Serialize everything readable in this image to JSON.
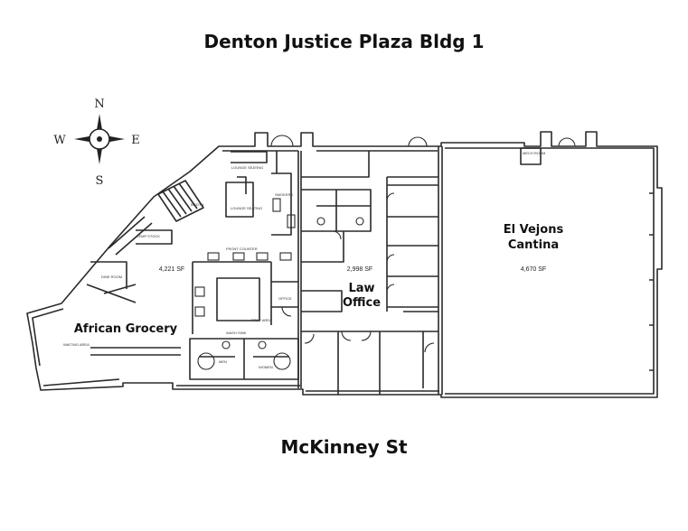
{
  "title": "Denton Justice Plaza Bldg 1",
  "street": "McKinney St",
  "compass": {
    "north": "N",
    "south": "S",
    "east": "E",
    "west": "W"
  },
  "tenants": {
    "african_grocery": {
      "name": "African Grocery",
      "sf": "4,221 SF"
    },
    "law_office": {
      "name_line1": "Law",
      "name_line2": "Office",
      "sf": "2,998 SF"
    },
    "el_vejons": {
      "name_line1": "El Vejons",
      "name_line2": "Cantina",
      "sf": "4,670 SF"
    }
  },
  "room_labels": {
    "lounge_seating": "LOUNGE SEATING",
    "lounge_seating_2": "LOUNGE SEATING",
    "booth": "BOOTH",
    "temp_stock": "TEMP STOCK",
    "front_counter": "FRONT COUNTER",
    "dine_room": "DINE ROOM",
    "prep_area": "PREP AREA",
    "wash_sink": "WASH SINK",
    "men": "MEN",
    "women": "WOMEN",
    "office": "OFFICE",
    "waiting_area": "WAITING AREA",
    "mech_room": "MECH ROOM",
    "smokers": "SMOKERS"
  },
  "colors": {
    "line": "#2a2a2a",
    "text": "#111111",
    "background": "#ffffff"
  }
}
